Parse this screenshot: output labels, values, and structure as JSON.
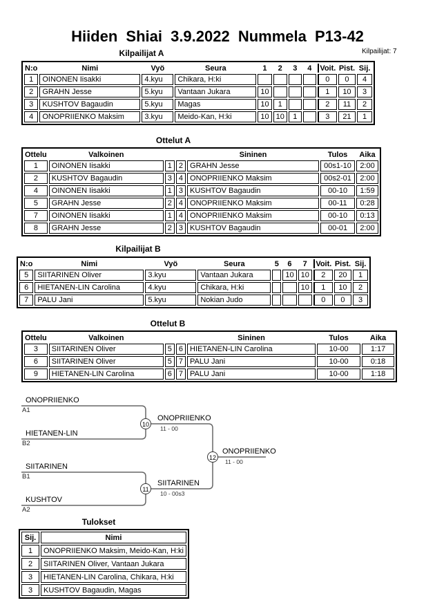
{
  "page": {
    "title": "Hiiden Shiai 3.9.2022 Nummela P13-42",
    "competitors_label": "Kilpailijat: 7"
  },
  "kilpailijat_a": {
    "title": "Kilpailijat A",
    "headers": [
      "N:o",
      "Nimi",
      "Vyö",
      "Seura",
      "1",
      "2",
      "3",
      "4",
      "Voit.",
      "Pist.",
      "Sij."
    ],
    "rows": [
      [
        "1",
        "OINONEN Iisakki",
        "4.kyu",
        "Chikara, H:ki",
        "",
        "",
        "",
        "",
        "0",
        "0",
        "4"
      ],
      [
        "2",
        "GRAHN Jesse",
        "5.kyu",
        "Vantaan Jukara",
        "10",
        "",
        "",
        "",
        "1",
        "10",
        "3"
      ],
      [
        "3",
        "KUSHTOV Bagaudin",
        "5.kyu",
        "Magas",
        "10",
        "1",
        "",
        "",
        "2",
        "11",
        "2"
      ],
      [
        "4",
        "ONOPRIIENKO Maksim",
        "3.kyu",
        "Meido-Kan, H:ki",
        "10",
        "10",
        "1",
        "",
        "3",
        "21",
        "1"
      ]
    ]
  },
  "ottelut_a": {
    "title": "Ottelut A",
    "headers": [
      "Ottelu",
      "Valkoinen",
      "Sininen",
      "Tulos",
      "Aika"
    ],
    "rows": [
      [
        "1",
        "OINONEN Iisakki",
        "1",
        "2",
        "GRAHN Jesse",
        "00s1-10",
        "2:00"
      ],
      [
        "2",
        "KUSHTOV Bagaudin",
        "3",
        "4",
        "ONOPRIIENKO Maksim",
        "00s2-01",
        "2:00"
      ],
      [
        "4",
        "OINONEN Iisakki",
        "1",
        "3",
        "KUSHTOV Bagaudin",
        "00-10",
        "1:59"
      ],
      [
        "5",
        "GRAHN Jesse",
        "2",
        "4",
        "ONOPRIIENKO Maksim",
        "00-11",
        "0:28"
      ],
      [
        "7",
        "OINONEN Iisakki",
        "1",
        "4",
        "ONOPRIIENKO Maksim",
        "00-10",
        "0:13"
      ],
      [
        "8",
        "GRAHN Jesse",
        "2",
        "3",
        "KUSHTOV Bagaudin",
        "00-01",
        "2:00"
      ]
    ]
  },
  "kilpailijat_b": {
    "title": "Kilpailijat B",
    "headers": [
      "N:o",
      "Nimi",
      "Vyö",
      "Seura",
      "5",
      "6",
      "7",
      "Voit.",
      "Pist.",
      "Sij."
    ],
    "rows": [
      [
        "5",
        "SIITARINEN Oliver",
        "3.kyu",
        "Vantaan Jukara",
        "",
        "10",
        "10",
        "2",
        "20",
        "1"
      ],
      [
        "6",
        "HIETANEN-LIN Carolina",
        "4.kyu",
        "Chikara, H:ki",
        "",
        "",
        "10",
        "1",
        "10",
        "2"
      ],
      [
        "7",
        "PALU Jani",
        "5.kyu",
        "Nokian Judo",
        "",
        "",
        "",
        "0",
        "0",
        "3"
      ]
    ]
  },
  "ottelut_b": {
    "title": "Ottelut B",
    "headers": [
      "Ottelu",
      "Valkoinen",
      "Sininen",
      "Tulos",
      "Aika"
    ],
    "rows": [
      [
        "3",
        "SIITARINEN Oliver",
        "5",
        "6",
        "HIETANEN-LIN Carolina",
        "10-00",
        "1:17"
      ],
      [
        "6",
        "SIITARINEN Oliver",
        "5",
        "7",
        "PALU Jani",
        "10-00",
        "0:18"
      ],
      [
        "9",
        "HIETANEN-LIN Carolina",
        "6",
        "7",
        "PALU Jani",
        "10-00",
        "1:18"
      ]
    ]
  },
  "bracket": {
    "slots": [
      {
        "name": "ONOPRIIENKO",
        "seed": "A1"
      },
      {
        "name": "HIETANEN-LIN",
        "seed": "B2"
      },
      {
        "name": "SIITARINEN",
        "seed": "B1"
      },
      {
        "name": "KUSHTOV",
        "seed": "A2"
      }
    ],
    "matches": [
      {
        "number": "10",
        "winner": "ONOPRIIENKO",
        "score": "11 - 00"
      },
      {
        "number": "11",
        "winner": "SIITARINEN",
        "score": "10 - 00s3"
      },
      {
        "number": "12",
        "winner": "ONOPRIIENKO",
        "score": "11 - 00"
      }
    ]
  },
  "tulokset": {
    "title": "Tulokset",
    "headers": [
      "Sij.",
      "Nimi"
    ],
    "rows": [
      [
        "1",
        "ONOPRIIENKO Maksim, Meido-Kan, H:ki"
      ],
      [
        "2",
        "SIITARINEN Oliver, Vantaan Jukara"
      ],
      [
        "3",
        "HIETANEN-LIN Carolina, Chikara, H:ki"
      ],
      [
        "3",
        "KUSHTOV Bagaudin, Magas"
      ]
    ]
  },
  "colors": {
    "text": "#000000",
    "table_border": "#000000",
    "bracket_line": "#666666"
  }
}
